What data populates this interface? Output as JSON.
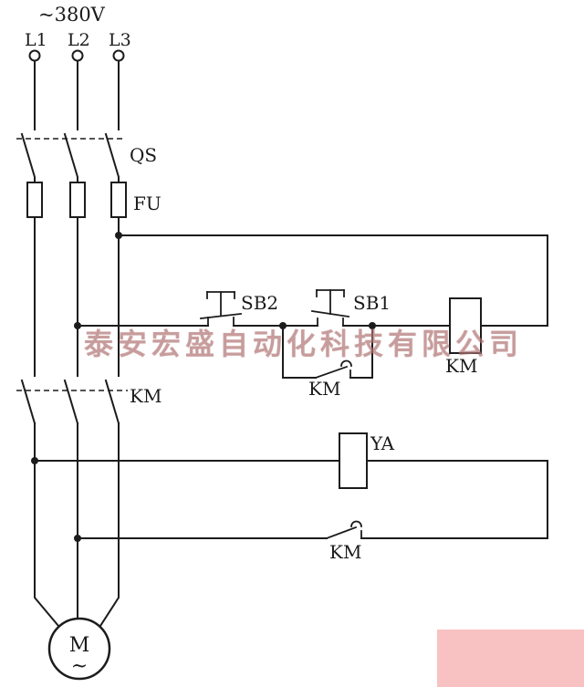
{
  "diagram": {
    "supply_label": "~380V",
    "phases": [
      "L1",
      "L2",
      "L3"
    ],
    "components": {
      "disconnect_switch": "QS",
      "fuse": "FU",
      "contactor_main_contacts": "KM",
      "stop_button": "SB2",
      "start_button": "SB1",
      "contactor_selfhold_contact": "KM",
      "contactor_coil": "KM",
      "electromagnet_coil": "YA",
      "contactor_aux_contact": "KM",
      "motor": "M",
      "motor_ac_symbol": "~"
    }
  },
  "watermark": {
    "text": "泰安宏盛自动化科技有限公司",
    "text_color": "#b87a7a",
    "block_color": "#f5adad"
  },
  "colors": {
    "line": "#1c1c1c",
    "background": "#ffffff"
  }
}
